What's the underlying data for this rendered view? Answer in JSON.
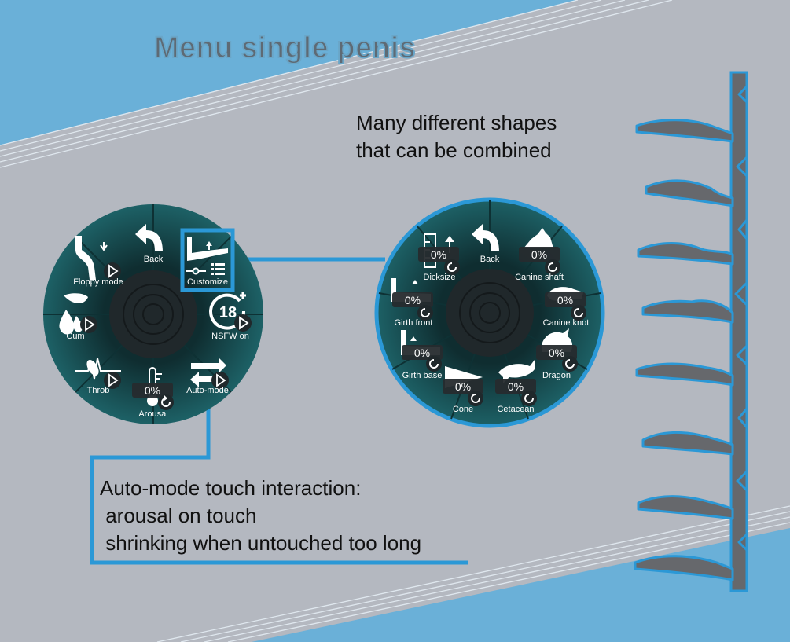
{
  "title": "Menu single penis",
  "shapes_caption": [
    "Many different shapes",
    "that can be combined"
  ],
  "auto_caption": [
    "Auto-mode touch interaction:",
    " arousal on touch",
    " shrinking when untouched too long"
  ],
  "colors": {
    "background": "#b4b8c0",
    "accent_blue": "#2b98d6",
    "menu_dark": "#163c40",
    "menu_teal": "#1b575c",
    "shape_gray": "#66686c"
  },
  "main_menu": {
    "items": {
      "back": {
        "label": "Back",
        "icon": "back-arrow-icon"
      },
      "customize": {
        "label": "Customize",
        "icon": "customize-icon"
      },
      "nsfw": {
        "label": "NSFW on",
        "icon": "18-plus-icon"
      },
      "auto_mode": {
        "label": "Auto-mode",
        "icon": "loop-arrows-icon"
      },
      "arousal": {
        "label": "Arousal",
        "value": "0%",
        "icon": "thermometer-icon"
      },
      "throb": {
        "label": "Throb",
        "icon": "pulse-icon"
      },
      "cum": {
        "label": "Cum",
        "icon": "drops-icon"
      },
      "floppy": {
        "label": "Floppy mode",
        "icon": "droop-icon"
      }
    }
  },
  "customize_menu": {
    "items": {
      "back": {
        "label": "Back",
        "icon": "back-arrow-icon"
      },
      "canine_shaft": {
        "label": "Canine shaft",
        "value": "0%",
        "icon": "wolf-icon"
      },
      "canine_knot": {
        "label": "Canine knot",
        "value": "0%",
        "icon": "knot-icon"
      },
      "dragon": {
        "label": "Dragon",
        "value": "0%",
        "icon": "dragon-icon"
      },
      "cetacean": {
        "label": "Cetacean",
        "value": "0%",
        "icon": "dolphin-icon"
      },
      "cone": {
        "label": "Cone",
        "value": "0%",
        "icon": "cone-icon"
      },
      "girth_base": {
        "label": "Girth base",
        "value": "0%",
        "icon": "girth-base-icon"
      },
      "girth_front": {
        "label": "Girth front",
        "value": "0%",
        "icon": "girth-front-icon"
      },
      "dicksize": {
        "label": "Dicksize",
        "value": "0%",
        "icon": "ruler-icon"
      }
    }
  }
}
